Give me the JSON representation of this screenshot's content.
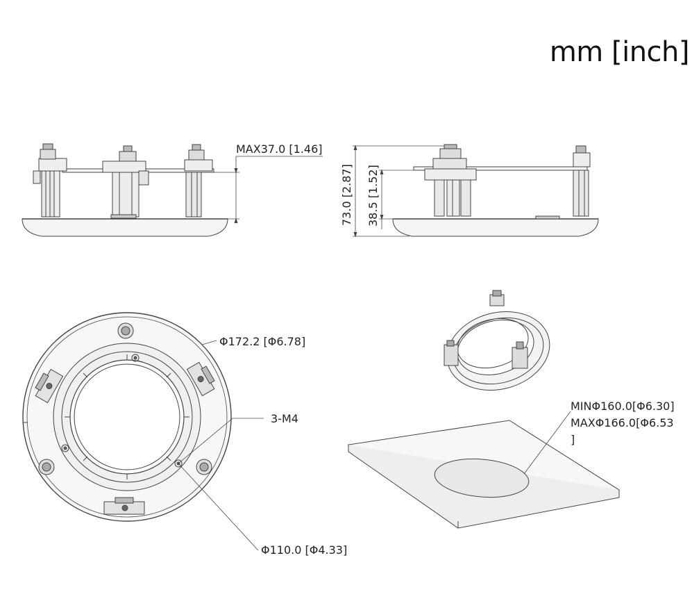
{
  "units": "mm [inch]",
  "dimensions": {
    "max_height": "MAX37.0 [1.46]",
    "total_height": "73.0 [2.87]",
    "body_height": "38.5 [1.52]",
    "outer_diameter": "Φ172.2 [Φ6.78]",
    "screw": "3-M4",
    "inner_diameter": "Φ110.0 [Φ4.33]",
    "hole_min": "MINΦ160.0[Φ6.30]",
    "hole_max": "MAXΦ166.0[Φ6.53",
    "hole_max_close": "]"
  },
  "colors": {
    "line": "#444444",
    "fill": "#f2f2f2",
    "dark": "#555555"
  }
}
